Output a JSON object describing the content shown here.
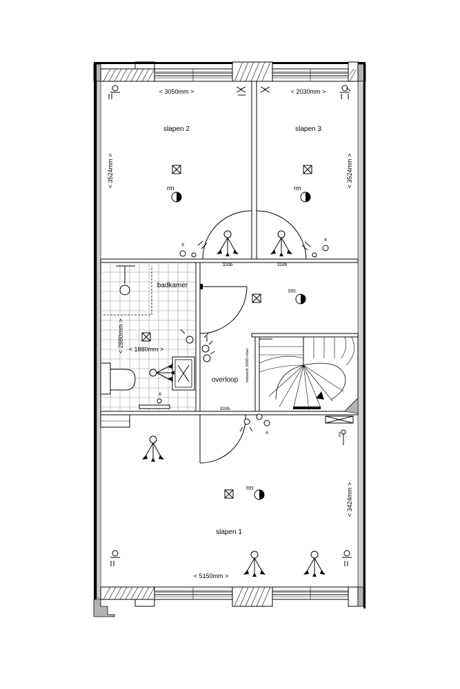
{
  "rooms": {
    "slapen2": "slapen 2",
    "slapen3": "slapen 3",
    "badkamer": "badkamer",
    "overloop": "overloop",
    "slapen1": "slapen 1"
  },
  "dimensions": {
    "width_slapen2": "< 3050mm >",
    "width_slapen3": "< 2030mm >",
    "height_left_top": "< 3524mm >",
    "height_right_top": "< 3524mm >",
    "bath_height": "< 2880mm >",
    "bath_width": "< 1880mm >",
    "height_slapen1": "< 3424mm >",
    "width_slapen1": "< 5150mm >"
  },
  "annotations": {
    "rm_slapen2": "rm",
    "rm_slapen3": "rm",
    "rm_overloop": "rm",
    "rm_slapen1": "rm",
    "door_db_1": "32db",
    "door_db_2": "32db",
    "door_db_3": "32db",
    "railing": "hekwerk 1000+vloer",
    "th_1": "th",
    "th_2": "th",
    "th_3": "th",
    "th_bath": "th",
    "th_landing": "th",
    "mv_label": "mv"
  },
  "symbols": {
    "ceiling_light": "light-crossed-box-icon",
    "smoke_detector": "smoke-detector-icon",
    "socket": "wall-socket-icon",
    "thermostat": "thermostat-icon",
    "switch": "light-switch-icon",
    "ventilation": "ventilation-unit-icon"
  }
}
